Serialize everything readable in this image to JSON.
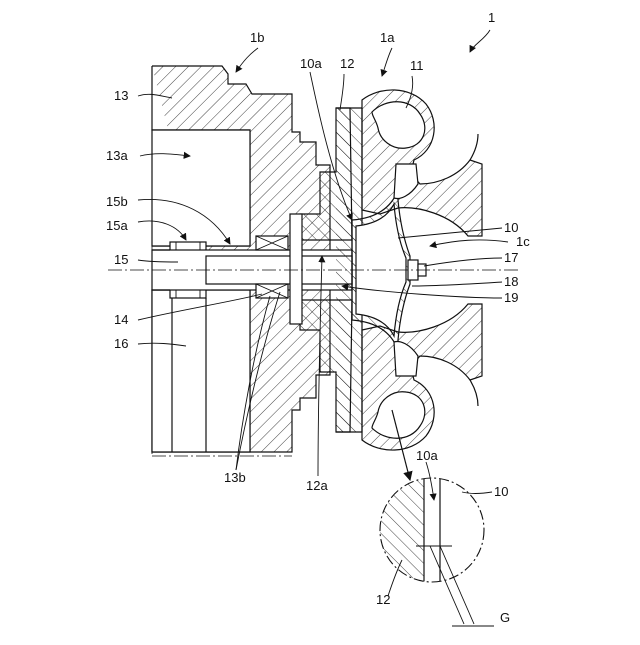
{
  "labels": {
    "l1": "1",
    "l1a": "1a",
    "l1b": "1b",
    "l1c": "1c",
    "l10": "10",
    "l10a": "10a",
    "l11": "11",
    "l12": "12",
    "l12a": "12a",
    "l13": "13",
    "l13a": "13a",
    "l13b": "13b",
    "l14": "14",
    "l15": "15",
    "l15a": "15a",
    "l15b": "15b",
    "l16": "16",
    "l17": "17",
    "l18": "18",
    "l19": "19",
    "detail_10": "10",
    "detail_10a": "10a",
    "detail_12": "12",
    "detail_G": "G"
  }
}
